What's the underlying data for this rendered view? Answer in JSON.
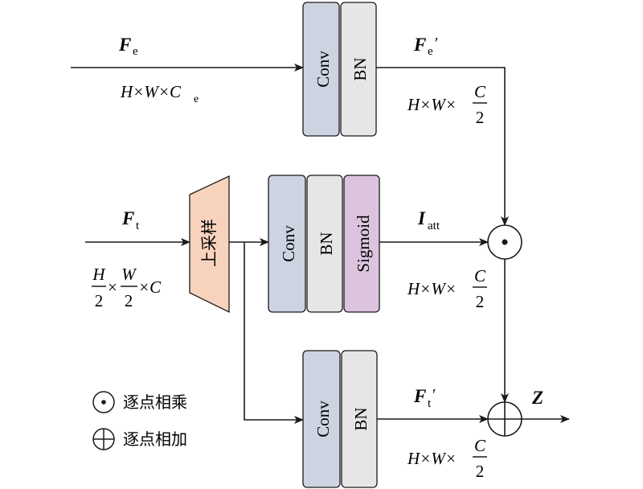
{
  "colors": {
    "conv": "#cdd3e1",
    "bn": "#e6e6e6",
    "sigmoid": "#dcc4de",
    "upsample": "#f7d2bd",
    "line": "#1a1a1a"
  },
  "blocks": {
    "conv": "Conv",
    "bn": "BN",
    "sigmoid": "Sigmoid",
    "upsample": "上采样"
  },
  "inputs": {
    "fe": {
      "sym": "F",
      "sub": "e",
      "dim_pre": "H×W×C",
      "dim_sub": "e"
    },
    "ft": {
      "sym": "F",
      "sub": "t",
      "frac_h_num": "H",
      "frac_w_num": "W",
      "frac_den": "2",
      "dim_tail": "×C"
    }
  },
  "outputs": {
    "fe_prime": {
      "sym": "F",
      "sub": "e",
      "prime": "′"
    },
    "i_att": {
      "sym": "I",
      "sub": "att"
    },
    "ft_prime": {
      "sym": "F",
      "sub": "t",
      "prime": "′"
    },
    "z": "Z"
  },
  "dims": {
    "pre": "H×W×",
    "num": "C",
    "den": "2"
  },
  "operators": {
    "times": "×"
  },
  "legend": {
    "hadamard": "逐点相乘",
    "add": "逐点相加"
  }
}
